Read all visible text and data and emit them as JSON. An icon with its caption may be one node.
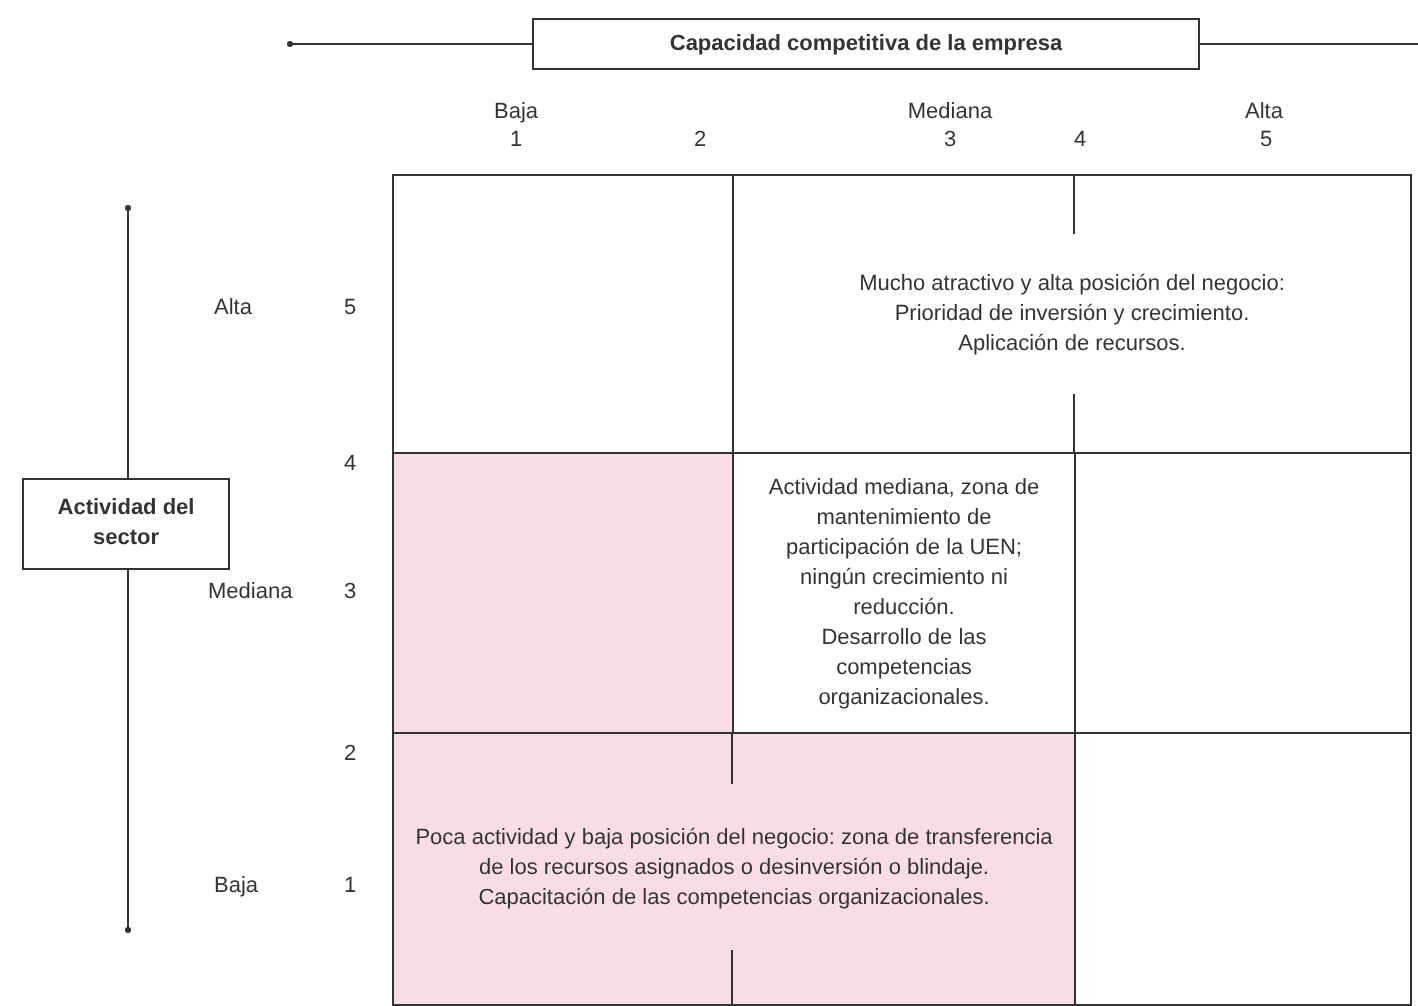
{
  "diagram": {
    "nodes": [
      {
        "text": [
          "Capacidad competitiva de la empresa"
        ]
      },
      {
        "text": [
          "Actividad del sector"
        ]
      },
      {
        "text": [],
        "shape": "box"
      },
      {
        "text": [
          "Mucho atractivo y alta posición del negocio:",
          "Prioridad de inversión y crecimiento.",
          "Aplicación de recursos."
        ]
      },
      {
        "text": [],
        "shape": "box"
      },
      {
        "text": [
          "Actividad mediana, zona de mantenimiento de participación de la UEN; ningún crecimiento ni reducción.",
          "Desarrollo de las competencias organizacionales."
        ]
      },
      {
        "text": [],
        "shape": "box"
      },
      {
        "text": [
          "Poca actividad y baja posición del negocio: zona de transferencia de los recursos asignados o desinversión o blindaje.",
          "Capacitación de las competencias organizacionales."
        ]
      },
      {
        "text": [],
        "shape": "box"
      }
    ],
    "labels": [
      "Baja",
      "Mediana",
      "Alta",
      "1",
      "2",
      "3",
      "4",
      "5",
      "Alta",
      "5",
      "4",
      "Mediana",
      "3",
      "2",
      "Baja",
      "1"
    ]
  }
}
